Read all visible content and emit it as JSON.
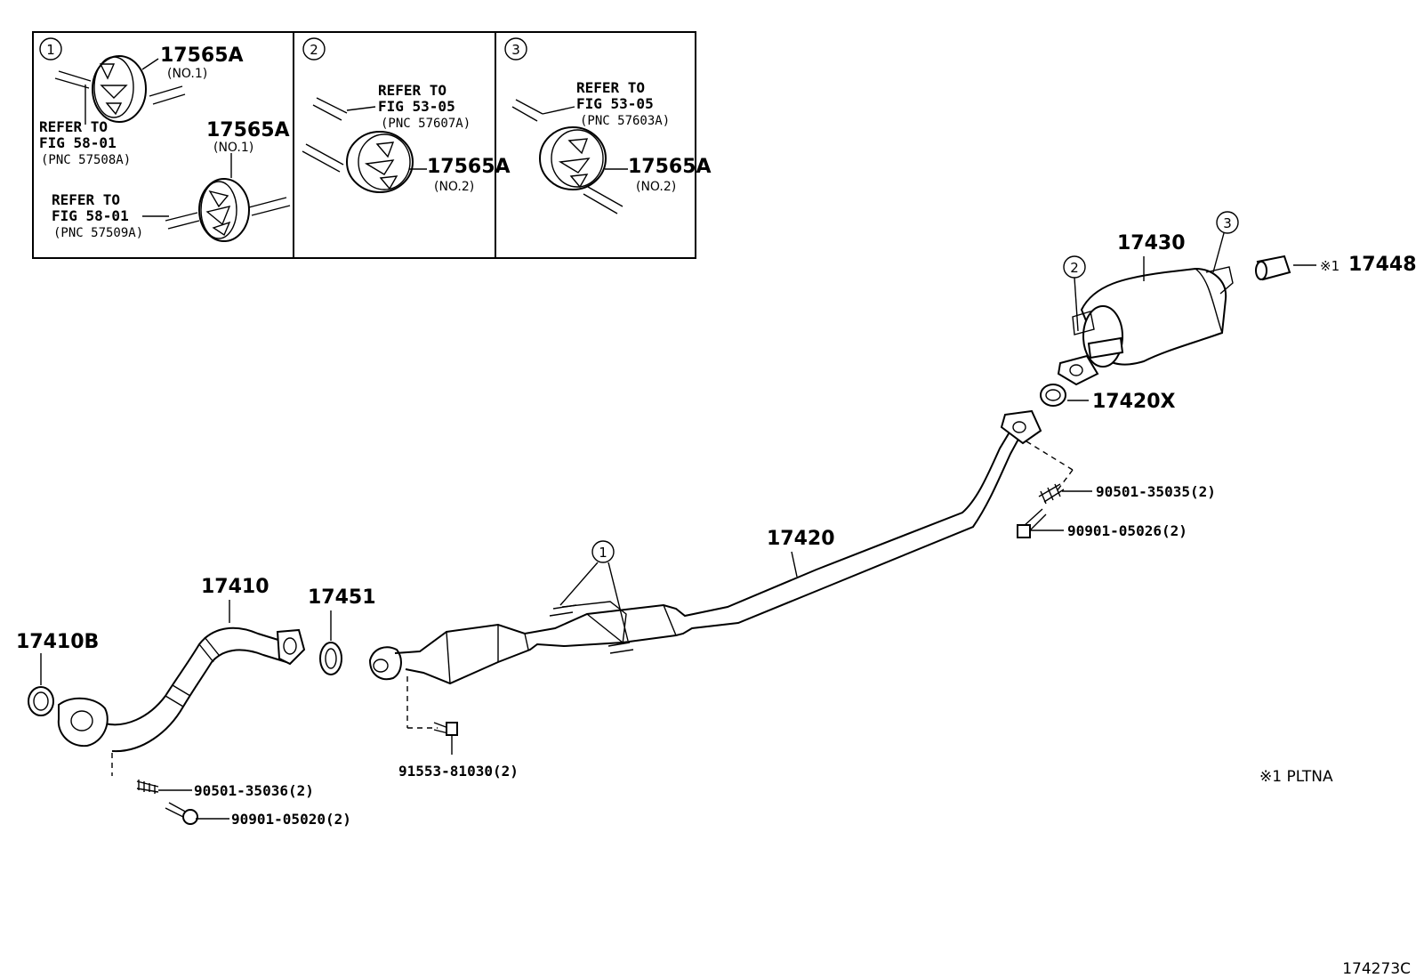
{
  "insets": [
    {
      "number": "1",
      "items": [
        {
          "part": "17565A",
          "sub": "(NO.1)"
        },
        {
          "part": "17565A",
          "sub": "(NO.1)"
        }
      ],
      "refs": [
        {
          "l1": "REFER TO",
          "l2": "FIG 58-01",
          "l3": "(PNC 57508A)"
        },
        {
          "l1": "REFER TO",
          "l2": "FIG 58-01",
          "l3": "(PNC 57509A)"
        }
      ]
    },
    {
      "number": "2",
      "items": [
        {
          "part": "17565A",
          "sub": "(NO.2)"
        }
      ],
      "refs": [
        {
          "l1": "REFER TO",
          "l2": "FIG 53-05",
          "l3": "(PNC 57607A)"
        }
      ]
    },
    {
      "number": "3",
      "items": [
        {
          "part": "17565A",
          "sub": "(NO.2)"
        }
      ],
      "refs": [
        {
          "l1": "REFER TO",
          "l2": "FIG 53-05",
          "l3": "(PNC 57603A)"
        }
      ]
    }
  ],
  "callouts": {
    "c1": "1",
    "c2": "2",
    "c3": "3"
  },
  "parts": {
    "p17430": "17430",
    "p17448": "17448",
    "p17448_mark": "※1",
    "p17420X": "17420X",
    "p90501_35035": "90501-35035(2)",
    "p90901_05026": "90901-05026(2)",
    "p17420": "17420",
    "p17410": "17410",
    "p17451": "17451",
    "p17410B": "17410B",
    "p91553_81030": "91553-81030(2)",
    "p90501_35036": "90501-35036(2)",
    "p90901_05020": "90901-05020(2)"
  },
  "footnote": "※1 PLTNA",
  "figure_code": "174273C"
}
